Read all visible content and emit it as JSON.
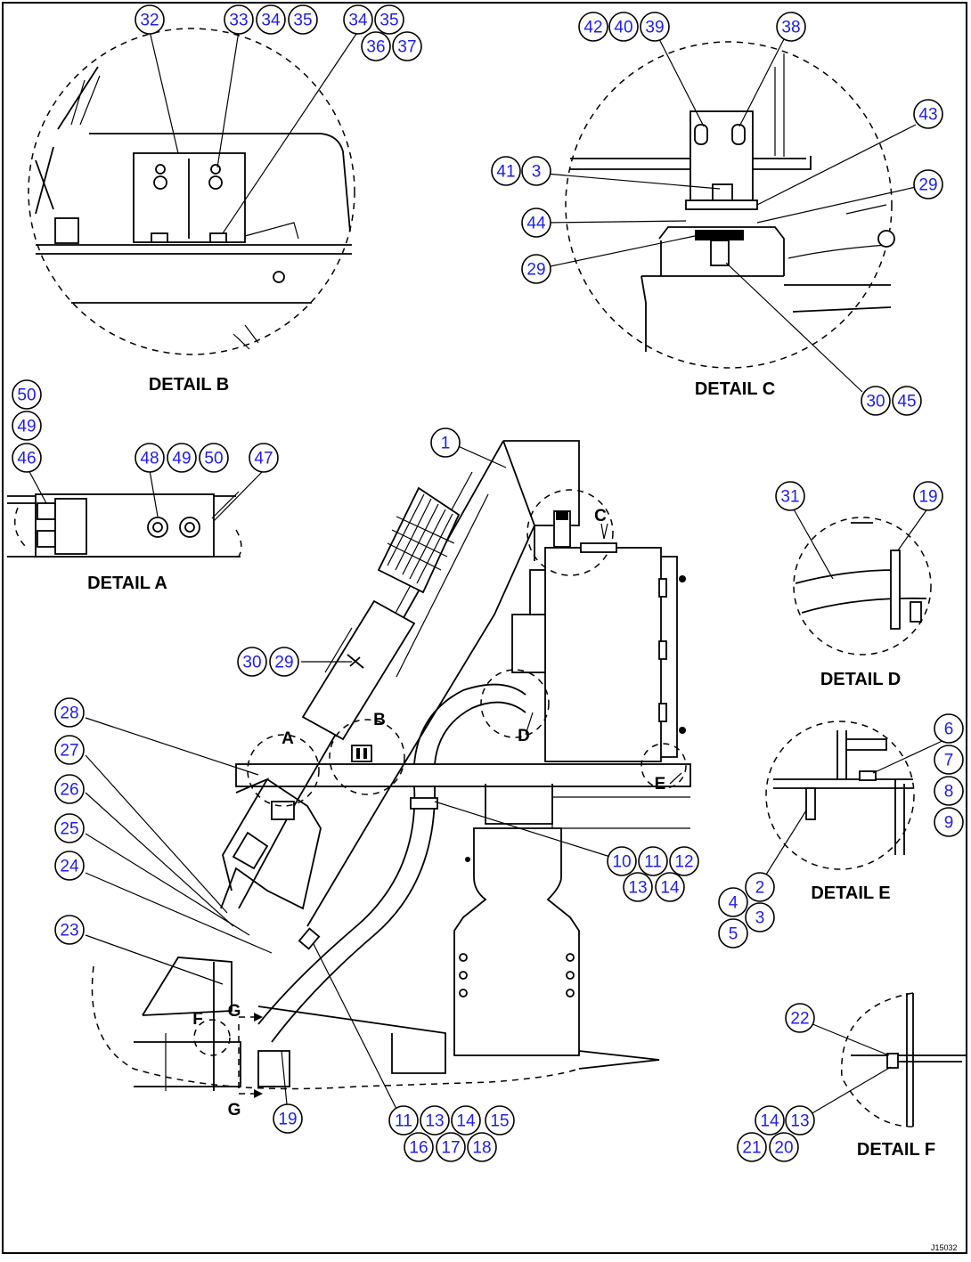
{
  "detail_labels": {
    "a": "DETAIL A",
    "b": "DETAIL B",
    "c": "DETAIL C",
    "d": "DETAIL D",
    "e": "DETAIL E",
    "f": "DETAIL F"
  },
  "view_markers": {
    "a": "A",
    "b": "B",
    "c": "C",
    "d": "D",
    "e": "E",
    "f": "F",
    "g_top": "G",
    "g_bottom": "G"
  },
  "drawing_code": "J15032",
  "callouts": [
    {
      "label": "32"
    },
    {
      "label": "33"
    },
    {
      "label": "34"
    },
    {
      "label": "35"
    },
    {
      "label": "34"
    },
    {
      "label": "35"
    },
    {
      "label": "36"
    },
    {
      "label": "37"
    },
    {
      "label": "42"
    },
    {
      "label": "40"
    },
    {
      "label": "39"
    },
    {
      "label": "38"
    },
    {
      "label": "43"
    },
    {
      "label": "41"
    },
    {
      "label": "3"
    },
    {
      "label": "29"
    },
    {
      "label": "44"
    },
    {
      "label": "29"
    },
    {
      "label": "30"
    },
    {
      "label": "45"
    },
    {
      "label": "50"
    },
    {
      "label": "49"
    },
    {
      "label": "46"
    },
    {
      "label": "48"
    },
    {
      "label": "49"
    },
    {
      "label": "50"
    },
    {
      "label": "47"
    },
    {
      "label": "1"
    },
    {
      "label": "31"
    },
    {
      "label": "19"
    },
    {
      "label": "30"
    },
    {
      "label": "29"
    },
    {
      "label": "28"
    },
    {
      "label": "27"
    },
    {
      "label": "26"
    },
    {
      "label": "25"
    },
    {
      "label": "24"
    },
    {
      "label": "23"
    },
    {
      "label": "6"
    },
    {
      "label": "7"
    },
    {
      "label": "8"
    },
    {
      "label": "9"
    },
    {
      "label": "10"
    },
    {
      "label": "11"
    },
    {
      "label": "12"
    },
    {
      "label": "13"
    },
    {
      "label": "14"
    },
    {
      "label": "2"
    },
    {
      "label": "4"
    },
    {
      "label": "3"
    },
    {
      "label": "5"
    },
    {
      "label": "22"
    },
    {
      "label": "19"
    },
    {
      "label": "11"
    },
    {
      "label": "13"
    },
    {
      "label": "14"
    },
    {
      "label": "15"
    },
    {
      "label": "16"
    },
    {
      "label": "17"
    },
    {
      "label": "18"
    },
    {
      "label": "14"
    },
    {
      "label": "13"
    },
    {
      "label": "21"
    },
    {
      "label": "20"
    }
  ]
}
